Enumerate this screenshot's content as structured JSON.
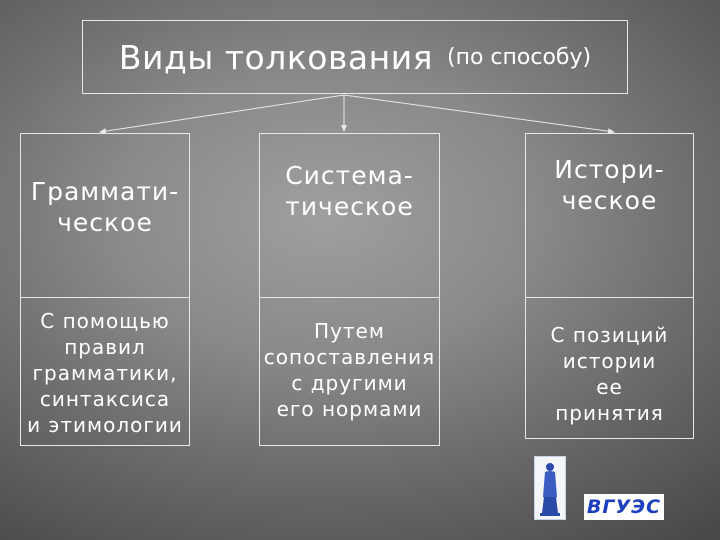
{
  "title": {
    "main": "Виды толкования",
    "sub": "(по способу)"
  },
  "columns": [
    {
      "heading": "Граммати-\nческое",
      "description": "С помощью\nправил\nграмматики,\nсинтаксиса\nи этимологии"
    },
    {
      "heading": "Система-\nтическое",
      "description": "Путем\nсопоставления\nс другими\nего нормами"
    },
    {
      "heading": "Истори-\nческое",
      "description": "С позиций\nистории\nее\nпринятия"
    }
  ],
  "logo": {
    "text": "ВГУЭС",
    "color": "#1e3fbf"
  },
  "colors": {
    "line": "#e8e8e8",
    "text": "#ffffff"
  }
}
